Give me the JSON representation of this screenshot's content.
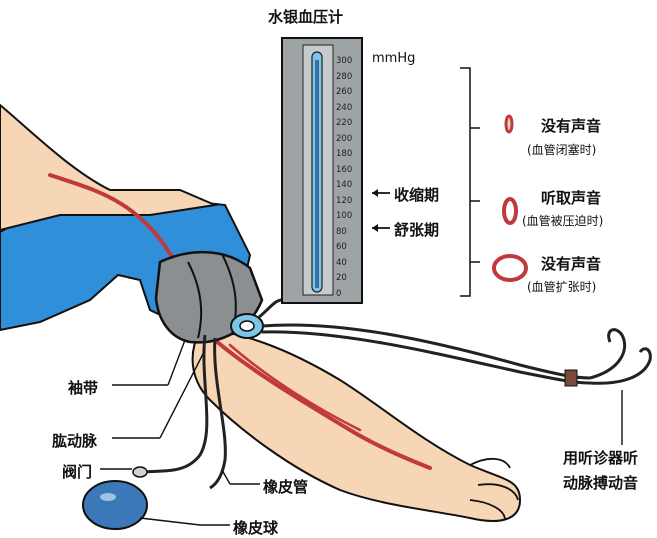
{
  "title": "水银血压计",
  "unit": "mmHg",
  "scale_ticks": [
    "300",
    "280",
    "260",
    "240",
    "220",
    "200",
    "180",
    "160",
    "140",
    "120",
    "100",
    "80",
    "60",
    "40",
    "20",
    "0"
  ],
  "pressure_labels": {
    "systolic": "收缩期",
    "diastolic": "舒张期"
  },
  "sound_states": [
    {
      "label": "没有声音",
      "sublabel": "(血管闭塞时)"
    },
    {
      "label": "听取声音",
      "sublabel": "(血管被压迫时)"
    },
    {
      "label": "没有声音",
      "sublabel": "(血管扩张时)"
    }
  ],
  "parts": {
    "cuff": "袖带",
    "artery": "肱动脉",
    "valve": "阀门",
    "tube": "橡皮管",
    "bulb": "橡皮球"
  },
  "stethoscope_note": [
    "用听诊器听",
    "动脉搏动音"
  ],
  "colors": {
    "shirt": "#2f8fd8",
    "skin": "#f6d6b4",
    "artery": "#c0393b",
    "manometer": "#9ea3a6",
    "mercury_tube": "#7cc6e8",
    "cuff": "#8c8f92",
    "bulb": "#3a78b8"
  }
}
